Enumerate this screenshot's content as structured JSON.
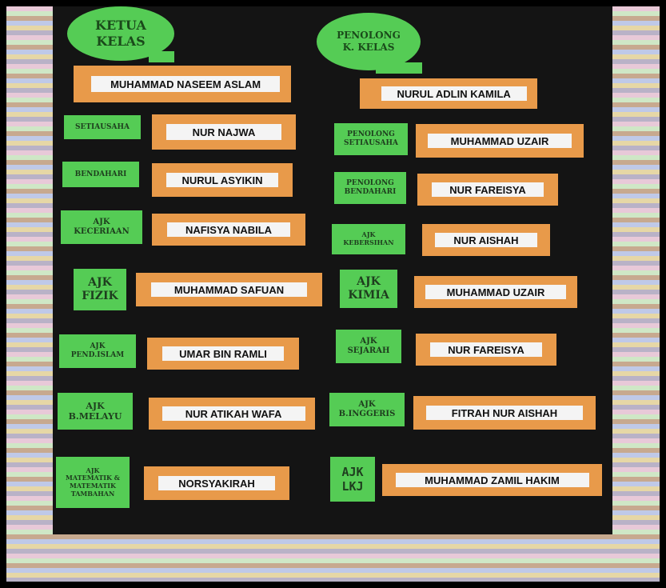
{
  "header": {
    "left_bubble": "KETUA\nKELAS",
    "right_bubble": "PENOLONG\nK. KELAS"
  },
  "leaders": {
    "ketua_name": "MUHAMMAD NASEEM ASLAM",
    "penolong_name": "NURUL ADLIN KAMILA"
  },
  "left_rows": [
    {
      "role": "SETIAUSAHA",
      "name": "NUR NAJWA"
    },
    {
      "role": "BENDAHARI",
      "name": "NURUL ASYIKIN"
    },
    {
      "role": "AJK\nKECERIAAN",
      "name": "NAFISYA NABILA"
    },
    {
      "role": "AJK\nFIZIK",
      "name": "MUHAMMAD SAFUAN"
    },
    {
      "role": "AJK\nPEND.ISLAM",
      "name": "UMAR BIN RAMLI"
    },
    {
      "role": "AJK\nB.MELAYU",
      "name": "NUR ATIKAH WAFA"
    },
    {
      "role": "AJK\nMATEMATIK &\nMATEMATIK\nTAMBAHAN",
      "name": "NORSYAKIRAH"
    }
  ],
  "right_rows": [
    {
      "role": "PENOLONG\nSETIAUSAHA",
      "name": "MUHAMMAD UZAIR"
    },
    {
      "role": "PENOLONG\nBENDAHARI",
      "name": "NUR FAREISYA"
    },
    {
      "role": "AJK\nKEBERSIHAN",
      "name": "NUR AISHAH"
    },
    {
      "role": "AJK\nKIMIA",
      "name": "MUHAMMAD UZAIR"
    },
    {
      "role": "AJK\nSEJARAH",
      "name": "NUR FAREISYA"
    },
    {
      "role": "AJK\nB.INGGERIS",
      "name": "FITRAH NUR AISHAH"
    },
    {
      "role": "AJK\nLKJ",
      "name": "MUHAMMAD ZAMIL HAKIM"
    }
  ],
  "colors": {
    "board": "#141414",
    "role_card": "#55cc55",
    "name_plate": "#e89a4a",
    "name_paper": "#f4f4f4"
  }
}
